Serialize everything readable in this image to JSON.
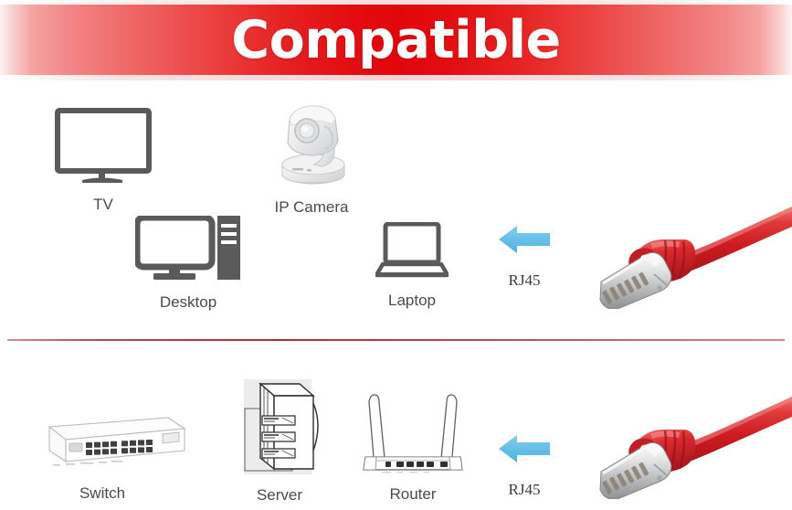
{
  "header": {
    "title": "Compatible",
    "bg_center_color": "#e2060c",
    "bg_edge_color": "#fbdcdc",
    "text_color": "#ffffff"
  },
  "colors": {
    "arrow": "#5bbce4",
    "divider": "#b34a4a",
    "icon_gray": "#5a5a5a",
    "label": "#4a4a4a",
    "cable_red": "#d8232a"
  },
  "top_section": {
    "devices": [
      {
        "id": "tv",
        "label": "TV",
        "icon": "tv-icon"
      },
      {
        "id": "ip-camera",
        "label": "IP Camera",
        "icon": "ip-camera-icon"
      },
      {
        "id": "desktop",
        "label": "Desktop",
        "icon": "desktop-computer-icon"
      },
      {
        "id": "laptop",
        "label": "Laptop",
        "icon": "laptop-icon"
      }
    ],
    "arrow": {
      "direction": "left",
      "icon": "left-arrow-icon"
    },
    "connector_label": "RJ45",
    "cable": {
      "icon": "rj45-ethernet-cable-image",
      "color": "#d8232a"
    }
  },
  "bottom_section": {
    "devices": [
      {
        "id": "switch",
        "label": "Switch",
        "icon": "network-switch-icon"
      },
      {
        "id": "server",
        "label": "Server",
        "icon": "server-rack-icon"
      },
      {
        "id": "router",
        "label": "Router",
        "icon": "wifi-router-icon"
      }
    ],
    "arrow": {
      "direction": "left",
      "icon": "left-arrow-icon"
    },
    "connector_label": "RJ45",
    "cable": {
      "icon": "rj45-ethernet-cable-image",
      "color": "#d8232a"
    }
  }
}
